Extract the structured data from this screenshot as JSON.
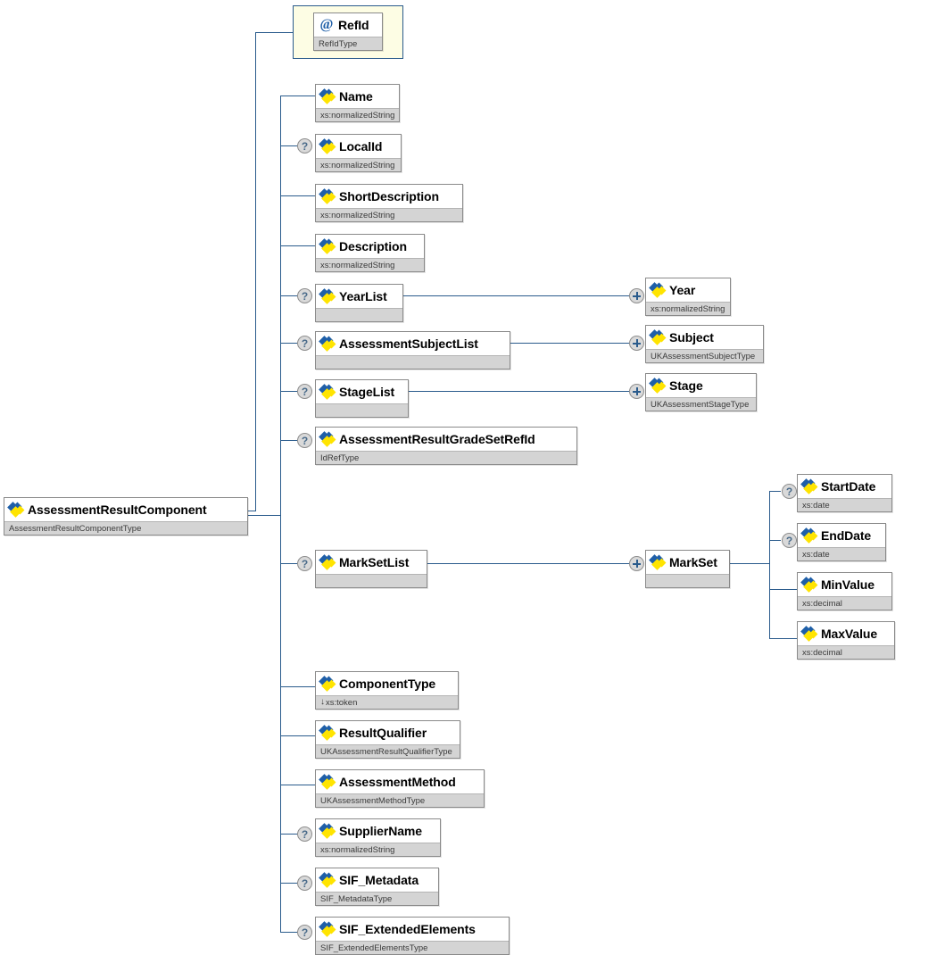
{
  "diagram": {
    "kind": "xml-schema-element-diagram",
    "root": {
      "name": "AssessmentResultComponent",
      "type": "AssessmentResultComponentType",
      "icon": "element-icon"
    },
    "attributes": [
      {
        "name": "RefId",
        "type": "RefIdType",
        "icon": "attribute-icon",
        "optional": false
      }
    ],
    "children": [
      {
        "name": "Name",
        "type": "xs:normalizedString",
        "optional": false,
        "icon": "element-icon"
      },
      {
        "name": "LocalId",
        "type": "xs:normalizedString",
        "optional": true,
        "icon": "element-icon"
      },
      {
        "name": "ShortDescription",
        "type": "xs:normalizedString",
        "optional": false,
        "icon": "element-icon"
      },
      {
        "name": "Description",
        "type": "xs:normalizedString",
        "optional": false,
        "icon": "element-icon"
      },
      {
        "name": "YearList",
        "type": "",
        "optional": true,
        "icon": "element-icon"
      },
      {
        "name": "AssessmentSubjectList",
        "type": "",
        "optional": true,
        "icon": "element-icon"
      },
      {
        "name": "StageList",
        "type": "",
        "optional": true,
        "icon": "element-icon"
      },
      {
        "name": "AssessmentResultGradeSetRefId",
        "type": "IdRefType",
        "optional": true,
        "icon": "element-icon"
      },
      {
        "name": "MarkSetList",
        "type": "",
        "optional": true,
        "icon": "element-icon"
      },
      {
        "name": "ComponentType",
        "type": "xs:token",
        "optional": false,
        "icon": "element-icon",
        "restriction": true
      },
      {
        "name": "ResultQualifier",
        "type": "UKAssessmentResultQualifierType",
        "optional": false,
        "icon": "element-icon"
      },
      {
        "name": "AssessmentMethod",
        "type": "UKAssessmentMethodType",
        "optional": false,
        "icon": "element-icon"
      },
      {
        "name": "SupplierName",
        "type": "xs:normalizedString",
        "optional": true,
        "icon": "element-icon"
      },
      {
        "name": "SIF_Metadata",
        "type": "SIF_MetadataType",
        "optional": true,
        "icon": "element-icon"
      },
      {
        "name": "SIF_ExtendedElements",
        "type": "SIF_ExtendedElementsType",
        "optional": true,
        "icon": "element-icon"
      }
    ],
    "grandchildren": [
      {
        "parent": "YearList",
        "name": "Year",
        "type": "xs:normalizedString",
        "repeat": true,
        "optional": false,
        "icon": "element-icon"
      },
      {
        "parent": "AssessmentSubjectList",
        "name": "Subject",
        "type": "UKAssessmentSubjectType",
        "repeat": true,
        "optional": false,
        "icon": "element-icon"
      },
      {
        "parent": "StageList",
        "name": "Stage",
        "type": "UKAssessmentStageType",
        "repeat": true,
        "optional": false,
        "icon": "element-icon"
      },
      {
        "parent": "MarkSetList",
        "name": "MarkSet",
        "type": "",
        "repeat": true,
        "optional": false,
        "icon": "element-icon"
      }
    ],
    "marksetChildren": [
      {
        "name": "StartDate",
        "type": "xs:date",
        "optional": true,
        "icon": "element-icon"
      },
      {
        "name": "EndDate",
        "type": "xs:date",
        "optional": true,
        "icon": "element-icon"
      },
      {
        "name": "MinValue",
        "type": "xs:decimal",
        "optional": false,
        "icon": "element-icon"
      },
      {
        "name": "MaxValue",
        "type": "xs:decimal",
        "optional": false,
        "icon": "element-icon"
      }
    ],
    "markers": {
      "optional_glyph": "?",
      "repeat_glyph": "+",
      "restriction_glyph": "↓",
      "attribute_glyph": "@"
    },
    "colors": {
      "connector": "#2a5b8c",
      "box_border": "#8a8a8a",
      "typebar": "#d4d4d4",
      "attribute_frame_fill": "#fdfde4",
      "icon_blue": "#1f5fa8",
      "icon_yellow": "#ffe400",
      "marker_fill": "#d9d9d9"
    }
  }
}
